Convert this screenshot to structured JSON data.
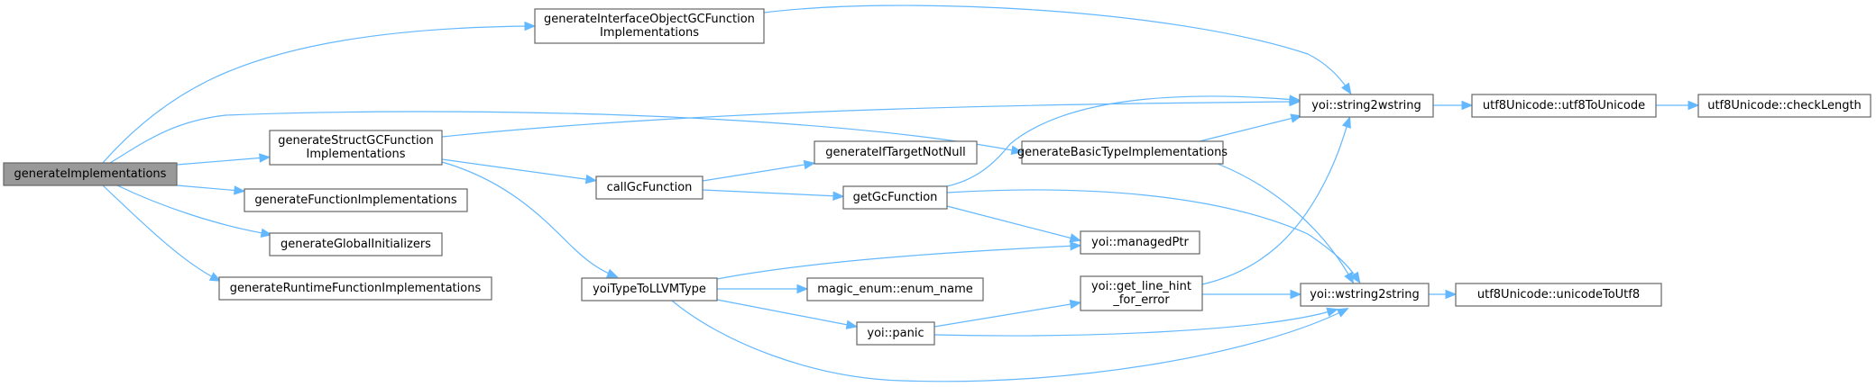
{
  "diagram": {
    "type": "call-graph",
    "colors": {
      "edge": "#63b8ff",
      "node_border": "#666666",
      "root_fill": "#999999",
      "node_fill": "#ffffff"
    },
    "nodes": [
      {
        "id": "generateImplementations",
        "lines": [
          "generateImplementations"
        ],
        "root": true
      },
      {
        "id": "generateInterfaceObjectGCFunctionImplementations",
        "lines": [
          "generateInterfaceObjectGCFunction",
          "Implementations"
        ]
      },
      {
        "id": "generateStructGCFunctionImplementations",
        "lines": [
          "generateStructGCFunction",
          "Implementations"
        ]
      },
      {
        "id": "generateFunctionImplementations",
        "lines": [
          "generateFunctionImplementations"
        ]
      },
      {
        "id": "generateGlobalInitializers",
        "lines": [
          "generateGlobalInitializers"
        ]
      },
      {
        "id": "generateRuntimeFunctionImplementations",
        "lines": [
          "generateRuntimeFunctionImplementations"
        ]
      },
      {
        "id": "callGcFunction",
        "lines": [
          "callGcFunction"
        ]
      },
      {
        "id": "generateIfTargetNotNull",
        "lines": [
          "generateIfTargetNotNull"
        ]
      },
      {
        "id": "getGcFunction",
        "lines": [
          "getGcFunction"
        ]
      },
      {
        "id": "generateBasicTypeImplementations",
        "lines": [
          "generateBasicTypeImplementations"
        ]
      },
      {
        "id": "yoiTypeToLLVMType",
        "lines": [
          "yoiTypeToLLVMType"
        ]
      },
      {
        "id": "magic_enum_enum_name",
        "lines": [
          "magic_enum::enum_name"
        ]
      },
      {
        "id": "yoi_panic",
        "lines": [
          "yoi::panic"
        ]
      },
      {
        "id": "yoi_managedPtr",
        "lines": [
          "yoi::managedPtr"
        ]
      },
      {
        "id": "yoi_get_line_hint_for_error",
        "lines": [
          "yoi::get_line_hint",
          "_for_error"
        ]
      },
      {
        "id": "yoi_string2wstring",
        "lines": [
          "yoi::string2wstring"
        ]
      },
      {
        "id": "yoi_wstring2string",
        "lines": [
          "yoi::wstring2string"
        ]
      },
      {
        "id": "utf8Unicode_utf8ToUnicode",
        "lines": [
          "utf8Unicode::utf8ToUnicode"
        ]
      },
      {
        "id": "utf8Unicode_checkLength",
        "lines": [
          "utf8Unicode::checkLength"
        ]
      },
      {
        "id": "utf8Unicode_unicodeToUtf8",
        "lines": [
          "utf8Unicode::unicodeToUtf8"
        ]
      }
    ],
    "edges": [
      {
        "from": "generateImplementations",
        "to": "generateInterfaceObjectGCFunctionImplementations"
      },
      {
        "from": "generateImplementations",
        "to": "generateStructGCFunctionImplementations"
      },
      {
        "from": "generateImplementations",
        "to": "generateBasicTypeImplementations"
      },
      {
        "from": "generateImplementations",
        "to": "generateFunctionImplementations"
      },
      {
        "from": "generateImplementations",
        "to": "generateGlobalInitializers"
      },
      {
        "from": "generateImplementations",
        "to": "generateRuntimeFunctionImplementations"
      },
      {
        "from": "generateInterfaceObjectGCFunctionImplementations",
        "to": "yoi_string2wstring"
      },
      {
        "from": "generateStructGCFunctionImplementations",
        "to": "yoi_string2wstring"
      },
      {
        "from": "generateStructGCFunctionImplementations",
        "to": "callGcFunction"
      },
      {
        "from": "generateStructGCFunctionImplementations",
        "to": "yoiTypeToLLVMType"
      },
      {
        "from": "callGcFunction",
        "to": "generateIfTargetNotNull"
      },
      {
        "from": "callGcFunction",
        "to": "getGcFunction"
      },
      {
        "from": "getGcFunction",
        "to": "yoi_string2wstring"
      },
      {
        "from": "getGcFunction",
        "to": "yoi_managedPtr"
      },
      {
        "from": "getGcFunction",
        "to": "yoi_wstring2string"
      },
      {
        "from": "generateBasicTypeImplementations",
        "to": "yoi_string2wstring"
      },
      {
        "from": "generateBasicTypeImplementations",
        "to": "yoi_wstring2string"
      },
      {
        "from": "yoiTypeToLLVMType",
        "to": "yoi_managedPtr"
      },
      {
        "from": "yoiTypeToLLVMType",
        "to": "magic_enum_enum_name"
      },
      {
        "from": "yoiTypeToLLVMType",
        "to": "yoi_panic"
      },
      {
        "from": "yoiTypeToLLVMType",
        "to": "yoi_wstring2string"
      },
      {
        "from": "yoi_panic",
        "to": "yoi_get_line_hint_for_error"
      },
      {
        "from": "yoi_panic",
        "to": "yoi_wstring2string"
      },
      {
        "from": "yoi_get_line_hint_for_error",
        "to": "yoi_string2wstring"
      },
      {
        "from": "yoi_get_line_hint_for_error",
        "to": "yoi_wstring2string"
      },
      {
        "from": "yoi_string2wstring",
        "to": "utf8Unicode_utf8ToUnicode"
      },
      {
        "from": "utf8Unicode_utf8ToUnicode",
        "to": "utf8Unicode_checkLength"
      },
      {
        "from": "yoi_wstring2string",
        "to": "utf8Unicode_unicodeToUtf8"
      }
    ]
  }
}
